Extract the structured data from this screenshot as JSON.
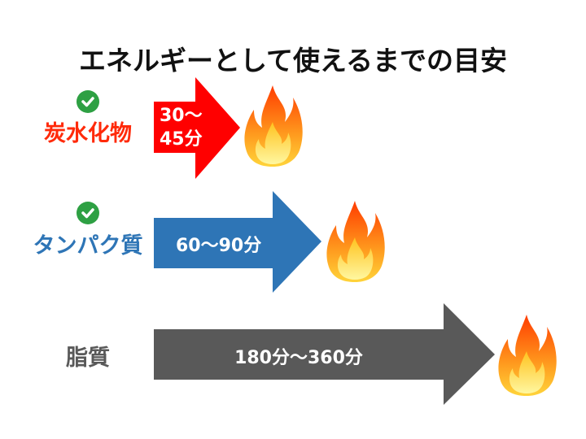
{
  "title": "エネルギーとして使えるまでの目安",
  "colors": {
    "carb": "#ff0000",
    "protein": "#2e75b6",
    "fat": "#595959"
  },
  "rows": [
    {
      "label": "炭水化物",
      "time_line1": "30〜",
      "time_line2": "45分",
      "checked": true
    },
    {
      "label": "タンパク質",
      "time": "60〜90分",
      "checked": true
    },
    {
      "label": "脂質",
      "time": "180分〜360分",
      "checked": false
    }
  ]
}
